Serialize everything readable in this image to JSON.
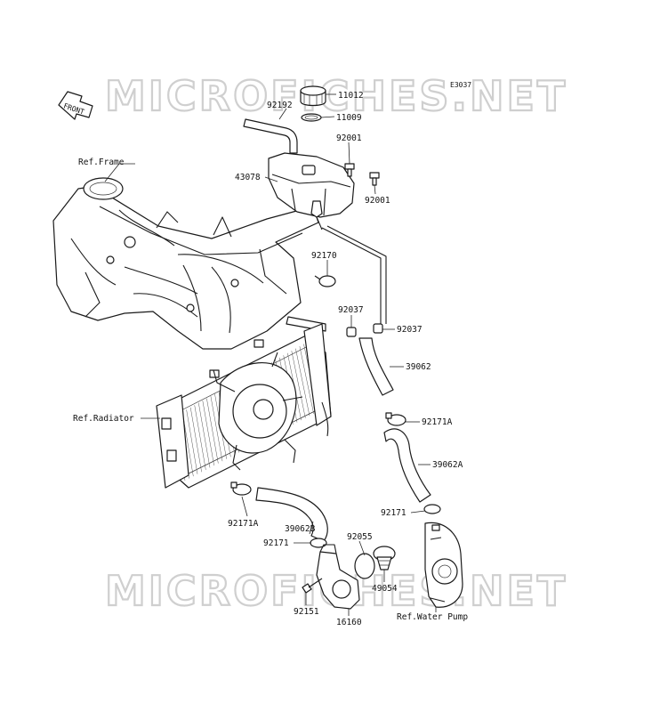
{
  "diagram": {
    "code": "E3037",
    "watermarks": [
      "MICROFICHES.NET",
      "MICROFICHES.NET"
    ],
    "front_arrow": "FRONT",
    "refs": {
      "frame": "Ref.Frame",
      "radiator": "Ref.Radiator",
      "water_pump": "Ref.Water Pump"
    },
    "parts": [
      {
        "id": "p11012",
        "number": "11012"
      },
      {
        "id": "p11009",
        "number": "11009"
      },
      {
        "id": "p92192",
        "number": "92192"
      },
      {
        "id": "p92001a",
        "number": "92001"
      },
      {
        "id": "p43078",
        "number": "43078"
      },
      {
        "id": "p92001b",
        "number": "92001"
      },
      {
        "id": "p92170",
        "number": "92170"
      },
      {
        "id": "p92037a",
        "number": "92037"
      },
      {
        "id": "p92037b",
        "number": "92037"
      },
      {
        "id": "p39062",
        "number": "39062"
      },
      {
        "id": "p92171A_r",
        "number": "92171A"
      },
      {
        "id": "p39062A",
        "number": "39062A"
      },
      {
        "id": "p92171_r",
        "number": "92171"
      },
      {
        "id": "p92171A_l",
        "number": "92171A"
      },
      {
        "id": "p39062B",
        "number": "39062B"
      },
      {
        "id": "p92171_l",
        "number": "92171"
      },
      {
        "id": "p92055",
        "number": "92055"
      },
      {
        "id": "p49054",
        "number": "49054"
      },
      {
        "id": "p92151",
        "number": "92151"
      },
      {
        "id": "p16160",
        "number": "16160"
      }
    ]
  }
}
